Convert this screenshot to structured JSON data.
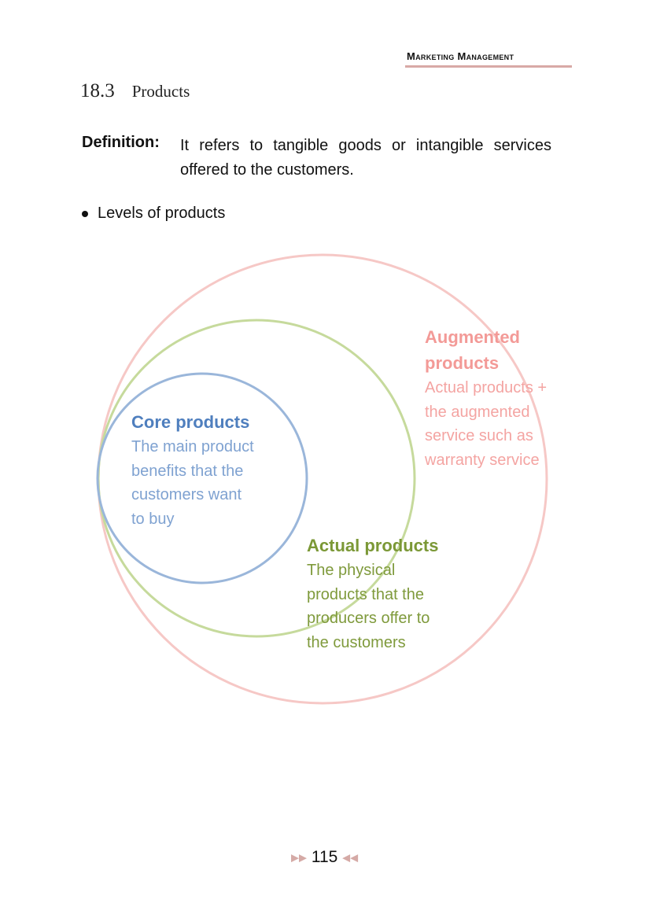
{
  "header": {
    "running_title": "Marketing Management"
  },
  "section": {
    "number": "18.3",
    "title": "Products"
  },
  "definition": {
    "label": "Definition:",
    "text": "It refers to tangible goods or intangible services offered to the customers."
  },
  "bullet": "Levels of products",
  "diagram": {
    "augmented": {
      "title_lines": [
        "Augmented",
        "products"
      ],
      "body_lines": [
        "Actual products +",
        "the augmented",
        "service such as",
        "warranty service"
      ],
      "color": "#f39a97"
    },
    "core": {
      "title": "Core products",
      "body_lines": [
        "The main product",
        "benefits that the",
        "customers want",
        "to buy"
      ],
      "color": "#4f7fbe"
    },
    "actual": {
      "title": "Actual products",
      "body_lines": [
        "The physical",
        "products that the",
        "producers offer to",
        "the customers"
      ],
      "color": "#7b9836"
    }
  },
  "footer": {
    "page_number": "115",
    "left_icon": "double-chevron-right-icon",
    "right_icon": "double-chevron-left-icon"
  }
}
